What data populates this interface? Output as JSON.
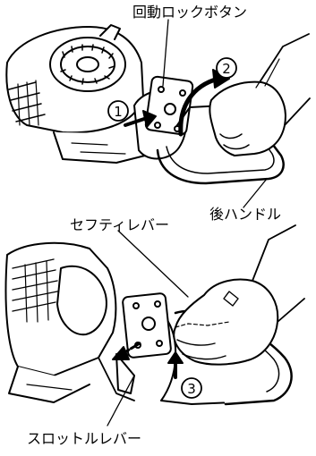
{
  "labels": {
    "rotation_lock_button": "回動ロックボタン",
    "rear_handle": "後ハンドル",
    "safety_lever": "セフティレバー",
    "throttle_lever": "スロットルレバー"
  },
  "steps": {
    "step1": "①",
    "step2": "②",
    "step3": "③"
  },
  "colors": {
    "line": "#000000",
    "fill": "#ffffff"
  }
}
